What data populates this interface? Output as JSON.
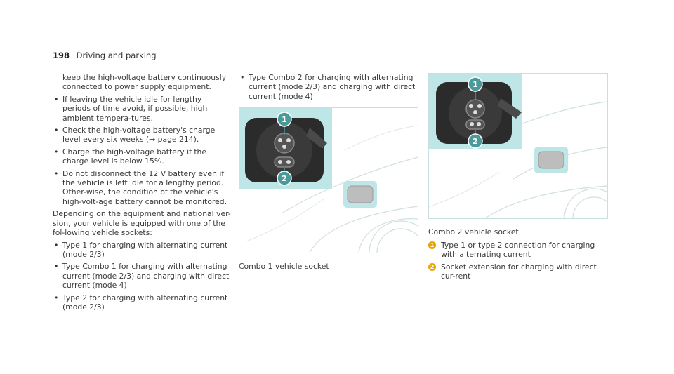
{
  "header": {
    "page_number": "198",
    "section_title": "Driving and parking"
  },
  "col1": {
    "continuation": "keep the high-voltage battery continuously connected to power supply equipment.",
    "bullets": [
      "If leaving the vehicle idle for lengthy periods of time avoid, if possible, high ambient tempera-tures.",
      "Check the high-voltage battery's charge level every six weeks (→ page 214).",
      "Charge the high-voltage battery if the charge level is below 15%.",
      "Do not disconnect the 12 V battery even if the vehicle is left idle for a lengthy period. Other-wise, the condition of the vehicle's high-volt-age battery cannot be monitored."
    ],
    "intro": "Depending on the equipment and national ver-sion, your vehicle is equipped with one of the fol-lowing vehicle sockets:",
    "socket_list": [
      "Type 1 for charging with alternating current (mode 2/3)",
      "Type Combo 1 for charging with alternating current (mode 2/3) and charging with direct current (mode 4)",
      "Type 2 for charging with alternating current (mode 2/3)"
    ]
  },
  "col2": {
    "bullets": [
      "Type Combo 2 for charging with alternating current (mode 2/3) and charging with direct current (mode 4)"
    ],
    "figure_caption": "Combo 1 vehicle socket",
    "callouts": [
      "1",
      "2"
    ]
  },
  "col3": {
    "figure_caption": "Combo 2 vehicle socket",
    "callouts": [
      "1",
      "2"
    ],
    "legend": [
      {
        "badge": "1",
        "text": "Type 1 or type 2 connection for charging with alternating current"
      },
      {
        "badge": "2",
        "text": "Socket extension for charging with direct cur-rent"
      }
    ]
  },
  "colors": {
    "accent_teal": "#bfe6e6",
    "teal_line": "#8fb7b7",
    "callout_fill": "#4a9a9a",
    "badge": "#e8a400"
  }
}
